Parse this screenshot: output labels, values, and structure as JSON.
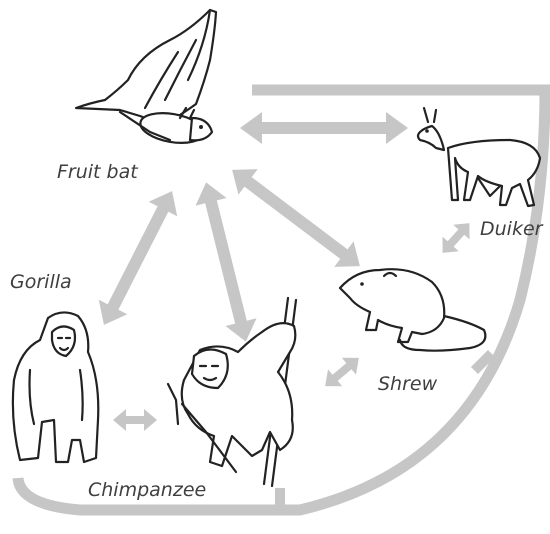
{
  "animals": {
    "fruit_bat": "Fruit bat",
    "duiker": "Duiker",
    "gorilla": "Gorilla",
    "shrew": "Shrew",
    "chimpanzee": "Chimpanzee"
  },
  "colors": {
    "arrow": "#c6c6c6",
    "ink": "#222222",
    "label": "#3f3f3f"
  }
}
